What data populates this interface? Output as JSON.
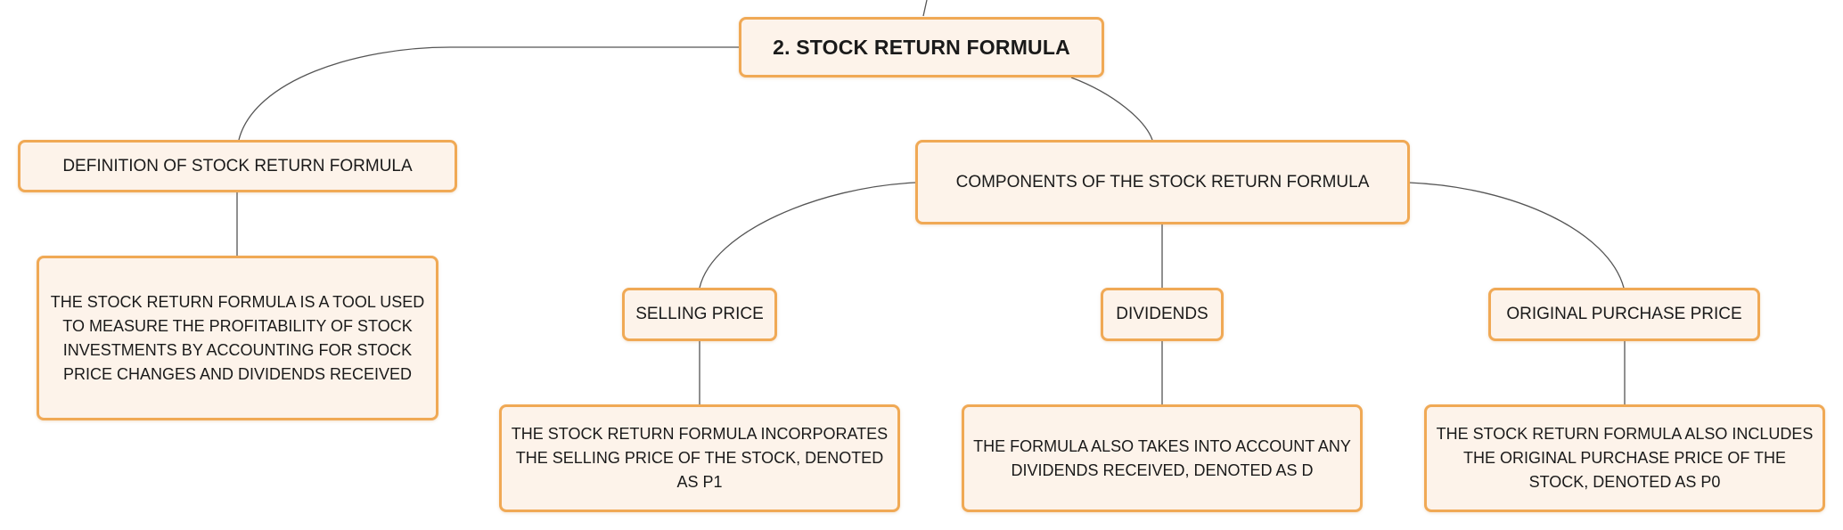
{
  "diagram": {
    "root": {
      "label": "2. STOCK RETURN FORMULA"
    },
    "definition": {
      "label": "DEFINITION OF STOCK RETURN FORMULA",
      "detail": "THE STOCK RETURN FORMULA IS A TOOL USED TO MEASURE THE PROFITABILITY OF STOCK INVESTMENTS BY ACCOUNTING FOR STOCK PRICE CHANGES AND DIVIDENDS RECEIVED"
    },
    "components": {
      "label": "COMPONENTS OF THE STOCK RETURN FORMULA",
      "items": [
        {
          "label": "SELLING PRICE",
          "detail": "THE STOCK RETURN FORMULA INCORPORATES THE SELLING PRICE OF THE STOCK, DENOTED AS P1"
        },
        {
          "label": "DIVIDENDS",
          "detail": "THE FORMULA ALSO TAKES INTO ACCOUNT ANY DIVIDENDS RECEIVED, DENOTED AS D"
        },
        {
          "label": "ORIGINAL PURCHASE PRICE",
          "detail": "THE STOCK RETURN FORMULA ALSO INCLUDES THE ORIGINAL PURCHASE PRICE OF THE STOCK, DENOTED AS P0"
        }
      ]
    },
    "colors": {
      "node_fill": "#fdf3ea",
      "node_border": "#f0a955",
      "connector": "#555555",
      "text": "#1a1a1a"
    }
  }
}
